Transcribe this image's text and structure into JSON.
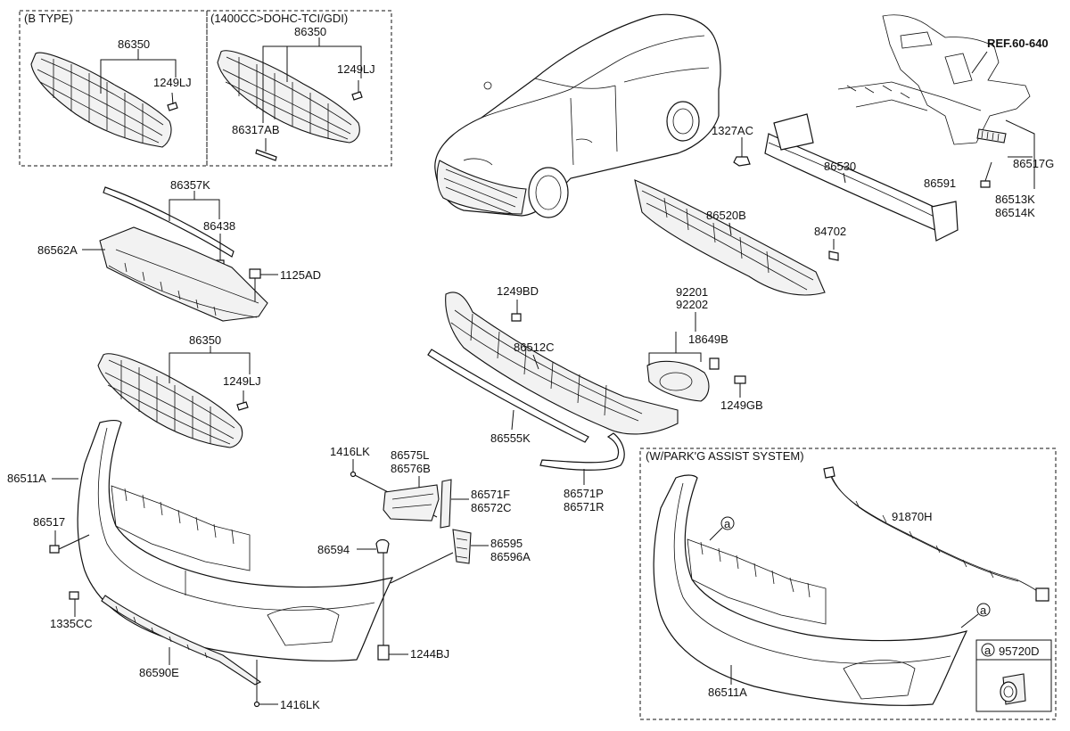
{
  "boxes": {
    "b_type": "(B TYPE)",
    "dohc": "(1400CC>DOHC-TCI/GDI)",
    "parking": "(W/PARK'G ASSIST SYSTEM)"
  },
  "ref": "REF.60-640",
  "circle_marker": "a",
  "labels": {
    "p86350_a": "86350",
    "p1249lj_a": "1249LJ",
    "p86350_b": "86350",
    "p1249lj_b": "1249LJ",
    "p86317ab": "86317AB",
    "p86357k": "86357K",
    "p86438": "86438",
    "p86562a": "86562A",
    "p1125ad": "1125AD",
    "p86350_c": "86350",
    "p1249lj_c": "1249LJ",
    "p86511a": "86511A",
    "p86517": "86517",
    "p1335cc": "1335CC",
    "p86590e": "86590E",
    "p1416lk_bottom": "1416LK",
    "p1244bj": "1244BJ",
    "p86594": "86594",
    "p86595": "86595",
    "p86596a": "86596A",
    "p86571f": "86571F",
    "p86572c": "86572C",
    "p86575l": "86575L",
    "p86576b": "86576B",
    "p1416lk_top": "1416LK",
    "p1249bd": "1249BD",
    "p86512c": "86512C",
    "p86555k": "86555K",
    "p86571p": "86571P",
    "p86571r": "86571R",
    "p92201": "92201",
    "p92202": "92202",
    "p18649b": "18649B",
    "p1249gb": "1249GB",
    "p1327ac": "1327AC",
    "p86530": "86530",
    "p86520b": "86520B",
    "p84702": "84702",
    "p86591": "86591",
    "p86517g": "86517G",
    "p86513k": "86513K",
    "p86514k": "86514K",
    "p91870h": "91870H",
    "p86511a_park": "86511A",
    "p95720d": "95720D"
  }
}
